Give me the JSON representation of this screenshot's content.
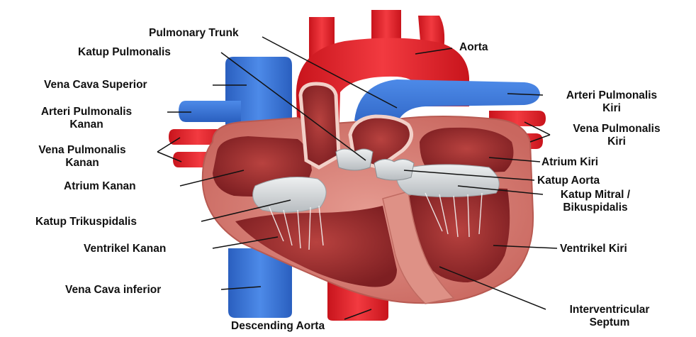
{
  "diagram": {
    "colors": {
      "artery_red": "#e8232c",
      "vein_blue": "#2f6fd0",
      "muscle_pink": "#d9847a",
      "chamber_dark": "#9e2a2a",
      "valve_grey": "#cfd3d6",
      "line": "#111111"
    },
    "labels": {
      "pulmonary_trunk": "Pulmonary Trunk",
      "katup_pulmonalis": "Katup Pulmonalis",
      "vena_cava_superior": "Vena Cava Superior",
      "arteri_pulmonalis_kanan_1": "Arteri Pulmonalis",
      "arteri_pulmonalis_kanan_2": "Kanan",
      "vena_pulmonalis_kanan_1": "Vena Pulmonalis",
      "vena_pulmonalis_kanan_2": "Kanan",
      "atrium_kanan": "Atrium Kanan",
      "katup_trikuspidalis": "Katup Trikuspidalis",
      "ventrikel_kanan": "Ventrikel Kanan",
      "vena_cava_inferior": "Vena Cava inferior",
      "descending_aorta": "Descending Aorta",
      "aorta": "Aorta",
      "arteri_pulmonalis_kiri_1": "Arteri Pulmonalis",
      "arteri_pulmonalis_kiri_2": "Kiri",
      "vena_pulmonalis_kiri_1": "Vena Pulmonalis",
      "vena_pulmonalis_kiri_2": "Kiri",
      "atrium_kiri": "Atrium Kiri",
      "katup_aorta": "Katup Aorta",
      "katup_mitral_1": "Katup Mitral /",
      "katup_mitral_2": "Bikuspidalis",
      "ventrikel_kiri": "Ventrikel Kiri",
      "interventricular_1": "Interventricular",
      "interventricular_2": "Septum"
    }
  }
}
